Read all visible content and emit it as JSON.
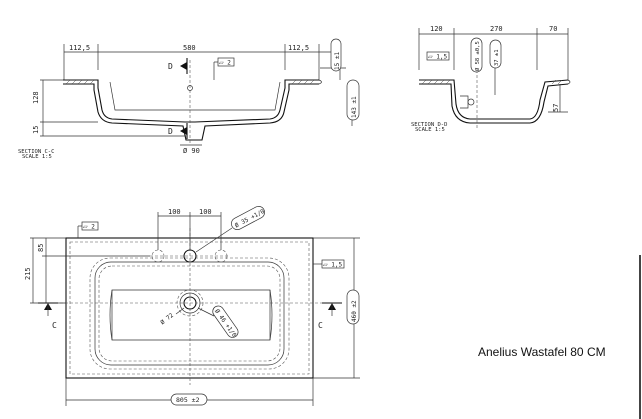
{
  "title": "Anelius Wastafel 80 CM",
  "section_cc": {
    "label": "SECTION C-C",
    "scale": "SCALE 1:5",
    "dims": {
      "left_margin": "112,5",
      "width": "580",
      "right_margin": "112,5",
      "rim_height": "15 ±1",
      "depth": "128",
      "bottom": "15",
      "total_height": "143 ±1",
      "drain_dia": "Ø 90",
      "flatness": "⏥ 2",
      "section_marker": "D"
    }
  },
  "section_dd": {
    "label": "SECTION D-D",
    "scale": "SCALE 1:5",
    "dims": {
      "back": "120",
      "middle": "270",
      "front": "70",
      "flatness": "⏥ 1,5",
      "overflow_dia": "Ø 58 ±0,5",
      "height_37": "37 ±1",
      "front_57": "57"
    }
  },
  "top_view": {
    "dims": {
      "tap_spacing_left": "100",
      "tap_spacing_right": "100",
      "tap_hole": "Ø 35 +1/0",
      "offset_85": "85",
      "offset_215": "215",
      "depth_460": "460 ±2",
      "width_805": "805 ±2",
      "flatness_top": "⏥ 2",
      "flatness_side": "⏥ 1,5",
      "drain_72": "Ø 72",
      "drain_46": "Ø 46 +1/0",
      "section_marker": "C"
    }
  }
}
